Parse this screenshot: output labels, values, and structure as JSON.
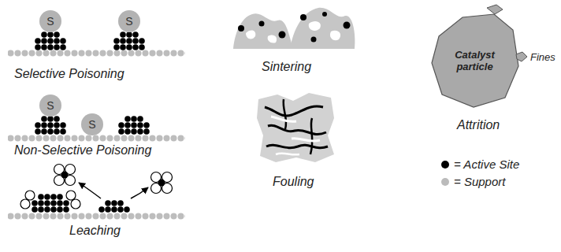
{
  "diagram": {
    "nodes": [
      {
        "text": [
          "S"
        ]
      },
      {
        "text": [
          "S"
        ]
      },
      {
        "text": [
          "S"
        ]
      },
      {
        "text": [
          "S"
        ]
      },
      {
        "text": [
          "Catalyst particle"
        ]
      },
      {
        "text": [
          "Fines"
        ]
      }
    ],
    "labels": [
      "Selective Poisoning",
      "Non-Selective Poisoning",
      "Leaching",
      "Sintering",
      "Fouling",
      "Attrition"
    ],
    "legend": [
      {
        "text": "= Active Site",
        "color": "#000000"
      },
      {
        "text": "= Support",
        "color": "#bbbbbb"
      }
    ]
  }
}
